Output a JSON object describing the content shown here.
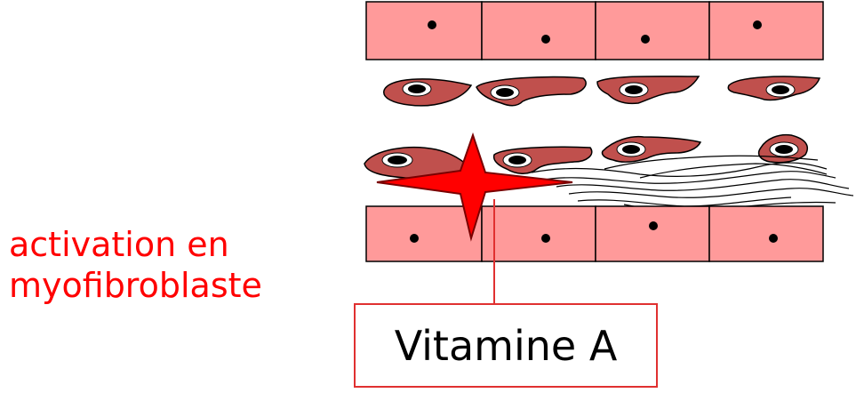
{
  "label": {
    "line1": "activation en",
    "line2": "myofibroblaste"
  },
  "box": {
    "text": "Vitamine A"
  },
  "colors": {
    "cell_fill": "#ff9a9a",
    "stellate_fill": "#c0504d",
    "star_fill": "#ff0000",
    "label_text": "#ff0000",
    "box_border": "#e03030",
    "connector": "#e03030"
  },
  "icons": {
    "star": "four-point-star-icon",
    "cell": "epithelial-cell",
    "stellate": "stellate-cell",
    "fibers": "collagen-fibers"
  }
}
